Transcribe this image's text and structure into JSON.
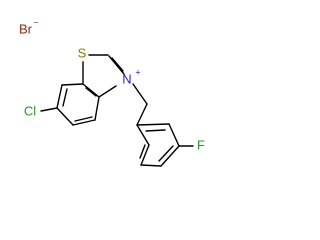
{
  "molecule": {
    "counterion": {
      "symbol": "Br",
      "charge": "−"
    },
    "atoms": {
      "sulfur": "S",
      "nitrogen": "N",
      "nitrogen_charge": "+",
      "chlorine": "Cl",
      "fluorine": "F"
    },
    "colors": {
      "bond": "#000000",
      "sulfur": "#8a7a00",
      "nitrogen": "#1f1fd0",
      "chlorine": "#2a9a2a",
      "fluorine": "#2a9a2a",
      "bromine": "#8b2a10"
    }
  }
}
